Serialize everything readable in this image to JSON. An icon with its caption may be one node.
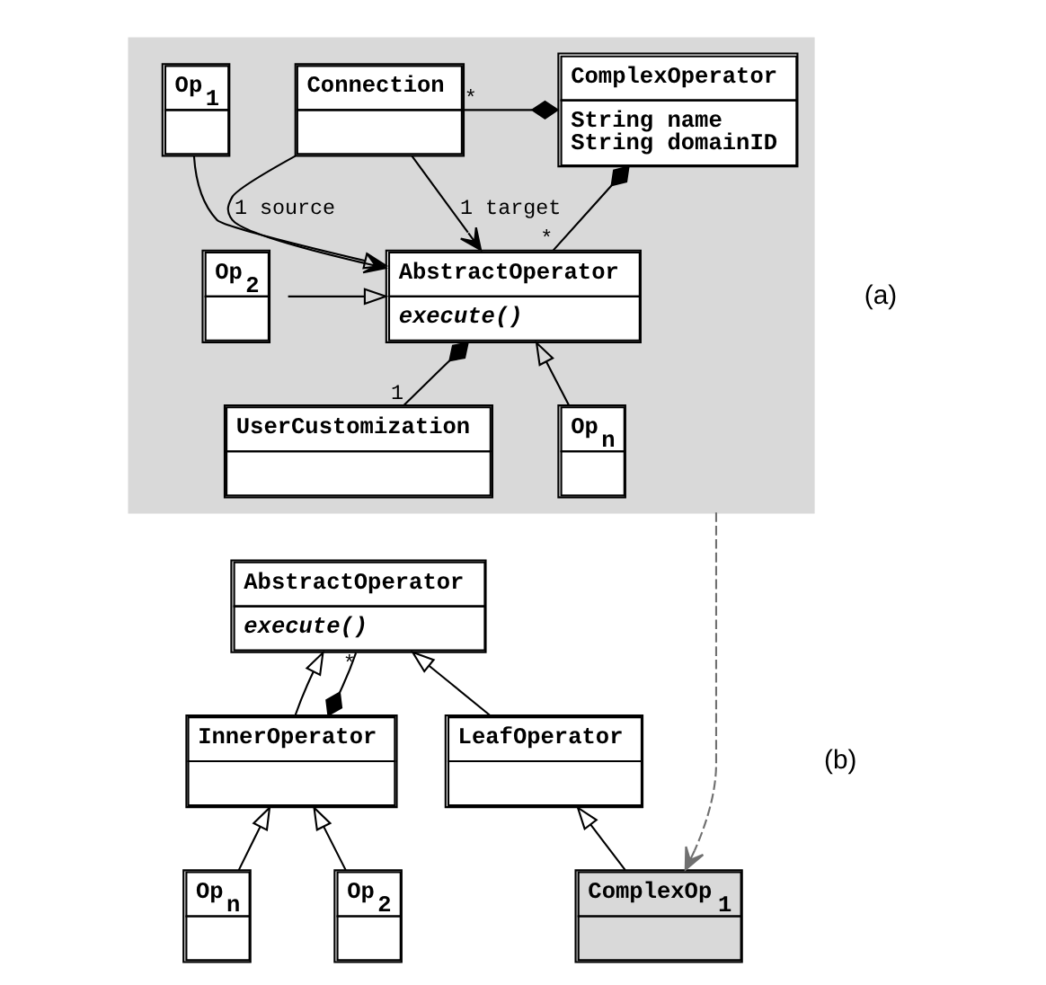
{
  "diagram": {
    "nodes": [
      {
        "text": [],
        "shape": "box"
      },
      {
        "text": [
          "ComplexOperator",
          "String name",
          "String domainID"
        ],
        "in": 0
      },
      {
        "text": [
          "Connection"
        ],
        "in": 0
      },
      {
        "text": [
          "Op$_{1}$"
        ],
        "in": 0
      },
      {
        "text": [
          "AbstractOperator",
          "execute()"
        ],
        "in": 0
      },
      {
        "text": [
          "Op$_{2}$"
        ],
        "in": 0
      },
      {
        "text": [
          "UserCustomization"
        ],
        "in": 0
      },
      {
        "text": [
          "Op$_{n}$"
        ],
        "in": 0
      },
      {
        "text": [
          "AbstractOperator",
          "execute()"
        ]
      },
      {
        "text": [
          "LeafOperator"
        ]
      },
      {
        "text": [
          "InnerOperator"
        ]
      },
      {
        "text": [
          "ComplexOp$_{1}$"
        ]
      },
      {
        "text": [
          "Op$_{2}$"
        ]
      },
      {
        "text": [
          "Op$_{n}$"
        ]
      }
    ],
    "edges": [
      {
        "from": 1,
        "to": 2,
        "arrow": "other",
        "label": "*"
      },
      {
        "from": 1,
        "to": 4,
        "arrow": "other",
        "label": "*"
      },
      {
        "from": 2,
        "to": 4,
        "arrow": "to",
        "label": "1 source"
      },
      {
        "from": 2,
        "to": 4,
        "arrow": "to",
        "label": "1 target"
      },
      {
        "from": 3,
        "to": 4,
        "arrow": "to"
      },
      {
        "from": 5,
        "to": 4,
        "arrow": "to"
      },
      {
        "from": 7,
        "to": 4,
        "arrow": "to"
      },
      {
        "from": 4,
        "to": 6,
        "arrow": "other",
        "label": "1"
      },
      {
        "from": 0,
        "to": 11,
        "arrow": "to",
        "style": "dashed",
        "color": "#707070"
      },
      {
        "from": 9,
        "to": 8,
        "arrow": "to"
      },
      {
        "from": 10,
        "to": 8,
        "arrow": "to"
      },
      {
        "from": 10,
        "to": 8,
        "arrow": "other",
        "label": "*"
      },
      {
        "from": 11,
        "to": 9,
        "arrow": "to"
      },
      {
        "from": 12,
        "to": 10,
        "arrow": "to"
      },
      {
        "from": 13,
        "to": 10,
        "arrow": "to"
      }
    ],
    "labels": [
      "(a)",
      "(b)"
    ]
  }
}
